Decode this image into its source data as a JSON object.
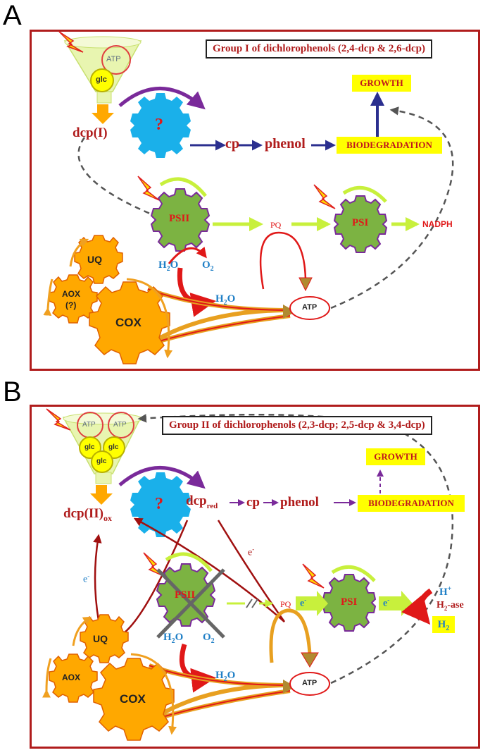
{
  "panel_a": {
    "letter": "A",
    "title": "Group I of dichlorophenols (2,4-dcp & 2,6-dcp)",
    "funnel_atp": "ATP",
    "funnel_glc": "glc",
    "dcp": "dcp",
    "dcp_sub": "(I)",
    "question": "?",
    "cp": "cp",
    "phenol": "phenol",
    "biodegradation": "BIODEGRADATION",
    "growth": "GROWTH",
    "psii": "PSII",
    "psi": "PSI",
    "pq": "PQ",
    "nadph": "NADPH",
    "h2o_in": "H",
    "h2o_in_sub": "2",
    "h2o_in_tail": "O",
    "o2": "O",
    "o2_sub": "2",
    "h2o_out": "H",
    "h2o_out_sub": "2",
    "h2o_out_tail": "O",
    "uq": "UQ",
    "aox": "AOX",
    "aox_q": "(?)",
    "cox": "COX",
    "atp": "ATP"
  },
  "panel_b": {
    "letter": "B",
    "title": "Group II of dichlorophenols (2,3-dcp; 2,5-dcp & 3,4-dcp)",
    "funnel_atp1": "ATP",
    "funnel_atp2": "ATP",
    "funnel_glc": "glc",
    "dcp_ox": "dcp(II)",
    "dcp_ox_sub": "ox",
    "question": "?",
    "dcp_red": "dcp",
    "dcp_red_sub": "red",
    "cp": "cp",
    "phenol": "phenol",
    "biodegradation": "BIODEGRADATION",
    "growth": "GROWTH",
    "e_minus": "e",
    "e_sup": "-",
    "psii": "PSII",
    "psi": "PSI",
    "pq": "PQ",
    "h_plus": "H",
    "h_plus_sup": "+",
    "h2ase": "H",
    "h2ase_sub": "2",
    "h2ase_tail": "-ase",
    "h2": "H",
    "h2_sub": "2",
    "h2o_in": "H",
    "h2o_in_sub": "2",
    "h2o_in_tail": "O",
    "o2": "O",
    "o2_sub": "2",
    "h2o_out": "H",
    "h2o_out_sub": "2",
    "h2o_out_tail": "O",
    "uq": "UQ",
    "aox": "AOX",
    "cox": "COX",
    "atp": "ATP"
  },
  "colors": {
    "frame": "#b01c1c",
    "text_red": "#b01c1c",
    "arrow_blue": "#2b2f8f",
    "arrow_purple": "#7a2a9a",
    "gear_blue": "#1ab0ea",
    "gear_green": "#7cb342",
    "gear_orange": "#ffa800",
    "yellow_green": "#c8f03c",
    "water_blue": "#1f7fc6",
    "label_yellow": "#ffff00"
  }
}
